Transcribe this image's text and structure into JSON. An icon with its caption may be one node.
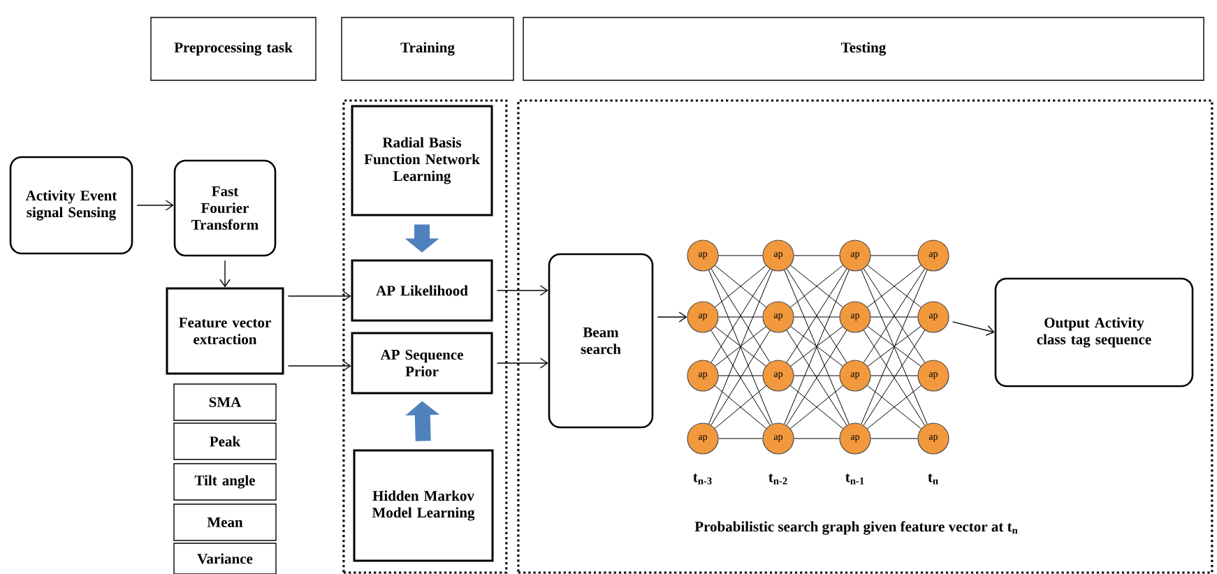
{
  "diagram": {
    "nodes": [
      {
        "text": [
          "Preprocessing task"
        ]
      },
      {
        "text": [
          "Training"
        ]
      },
      {
        "text": [
          "Testing"
        ]
      },
      {
        "text": [],
        "shape": "box"
      },
      {
        "text": [],
        "shape": "box"
      },
      {
        "text": [
          "Activity Event signal Sensing"
        ]
      },
      {
        "text": [
          "Fast Fourier Transform"
        ]
      },
      {
        "text": [
          "Feature vector extraction"
        ]
      },
      {
        "text": [
          "SMA"
        ]
      },
      {
        "text": [
          "Peak"
        ]
      },
      {
        "text": [
          "Tilt angle"
        ]
      },
      {
        "text": [
          "Mean"
        ]
      },
      {
        "text": [
          "Variance"
        ]
      },
      {
        "text": [
          "Radial Basis Function Network Learning"
        ],
        "in": 3
      },
      {
        "text": [
          "AP Likelihood"
        ],
        "in": 3
      },
      {
        "text": [
          "AP Sequence Prior"
        ],
        "in": 3
      },
      {
        "text": [
          "Hidden Markov Model Learning"
        ],
        "in": 3
      },
      {
        "text": [
          "Beam search"
        ],
        "in": 4
      },
      {
        "text": [
          "ap"
        ],
        "in": 4
      },
      {
        "text": [
          "ap"
        ],
        "in": 4
      },
      {
        "text": [
          "ap"
        ],
        "in": 4
      },
      {
        "text": [
          "ap"
        ],
        "in": 4
      },
      {
        "text": [
          "ap"
        ],
        "in": 4
      },
      {
        "text": [
          "ap"
        ],
        "in": 4
      },
      {
        "text": [
          "ap"
        ],
        "in": 4
      },
      {
        "text": [
          "ap"
        ],
        "in": 4
      },
      {
        "text": [
          "ap"
        ],
        "in": 4
      },
      {
        "text": [
          "ap"
        ],
        "in": 4
      },
      {
        "text": [
          "ap"
        ],
        "in": 4
      },
      {
        "text": [
          "ap"
        ],
        "in": 4
      },
      {
        "text": [
          "ap"
        ],
        "in": 4
      },
      {
        "text": [
          "ap"
        ],
        "in": 4
      },
      {
        "text": [
          "ap"
        ],
        "in": 4
      },
      {
        "text": [
          "ap"
        ],
        "in": 4
      },
      {
        "text": [
          "Output Activity class tag sequence"
        ],
        "in": 4
      }
    ],
    "edges": [
      {
        "from": 5,
        "to": 6,
        "arrow": "to"
      },
      {
        "from": 6,
        "to": 7,
        "arrow": "to"
      },
      {
        "from": 7,
        "to": 14,
        "arrow": "to"
      },
      {
        "from": 7,
        "to": 15,
        "arrow": "to"
      },
      {
        "from": 13,
        "to": 14,
        "arrow": "to",
        "style": "thick",
        "color": "#4f81bd"
      },
      {
        "from": 16,
        "to": 15,
        "arrow": "to",
        "style": "thick",
        "color": "#4f81bd"
      },
      {
        "from": 14,
        "to": 17,
        "arrow": "to"
      },
      {
        "from": 15,
        "to": 17,
        "arrow": "to"
      },
      {
        "from": 17,
        "to": 19,
        "arrow": "to"
      },
      {
        "from": 18,
        "to": 22,
        "arrow": "none"
      },
      {
        "from": 18,
        "to": 23,
        "arrow": "none"
      },
      {
        "from": 18,
        "to": 24,
        "arrow": "none"
      },
      {
        "from": 18,
        "to": 25,
        "arrow": "none"
      },
      {
        "from": 19,
        "to": 22,
        "arrow": "none"
      },
      {
        "from": 19,
        "to": 23,
        "arrow": "none"
      },
      {
        "from": 19,
        "to": 24,
        "arrow": "none"
      },
      {
        "from": 19,
        "to": 25,
        "arrow": "none"
      },
      {
        "from": 20,
        "to": 22,
        "arrow": "none"
      },
      {
        "from": 20,
        "to": 23,
        "arrow": "none"
      },
      {
        "from": 20,
        "to": 24,
        "arrow": "none"
      },
      {
        "from": 20,
        "to": 25,
        "arrow": "none"
      },
      {
        "from": 21,
        "to": 22,
        "arrow": "none"
      },
      {
        "from": 21,
        "to": 23,
        "arrow": "none"
      },
      {
        "from": 21,
        "to": 24,
        "arrow": "none"
      },
      {
        "from": 21,
        "to": 25,
        "arrow": "none"
      },
      {
        "from": 22,
        "to": 26,
        "arrow": "none"
      },
      {
        "from": 22,
        "to": 27,
        "arrow": "none"
      },
      {
        "from": 22,
        "to": 28,
        "arrow": "none"
      },
      {
        "from": 22,
        "to": 29,
        "arrow": "none"
      },
      {
        "from": 23,
        "to": 26,
        "arrow": "none"
      },
      {
        "from": 23,
        "to": 27,
        "arrow": "none"
      },
      {
        "from": 23,
        "to": 28,
        "arrow": "none"
      },
      {
        "from": 23,
        "to": 29,
        "arrow": "none"
      },
      {
        "from": 24,
        "to": 26,
        "arrow": "none"
      },
      {
        "from": 24,
        "to": 27,
        "arrow": "none"
      },
      {
        "from": 24,
        "to": 28,
        "arrow": "none"
      },
      {
        "from": 24,
        "to": 29,
        "arrow": "none"
      },
      {
        "from": 25,
        "to": 26,
        "arrow": "none"
      },
      {
        "from": 25,
        "to": 27,
        "arrow": "none"
      },
      {
        "from": 25,
        "to": 28,
        "arrow": "none"
      },
      {
        "from": 25,
        "to": 29,
        "arrow": "none"
      },
      {
        "from": 26,
        "to": 30,
        "arrow": "none"
      },
      {
        "from": 26,
        "to": 31,
        "arrow": "none"
      },
      {
        "from": 26,
        "to": 32,
        "arrow": "none"
      },
      {
        "from": 26,
        "to": 33,
        "arrow": "none"
      },
      {
        "from": 27,
        "to": 30,
        "arrow": "none"
      },
      {
        "from": 27,
        "to": 31,
        "arrow": "none"
      },
      {
        "from": 27,
        "to": 32,
        "arrow": "none"
      },
      {
        "from": 27,
        "to": 33,
        "arrow": "none"
      },
      {
        "from": 28,
        "to": 30,
        "arrow": "none"
      },
      {
        "from": 28,
        "to": 31,
        "arrow": "none"
      },
      {
        "from": 28,
        "to": 32,
        "arrow": "none"
      },
      {
        "from": 28,
        "to": 33,
        "arrow": "none"
      },
      {
        "from": 29,
        "to": 30,
        "arrow": "none"
      },
      {
        "from": 29,
        "to": 31,
        "arrow": "none"
      },
      {
        "from": 29,
        "to": 32,
        "arrow": "none"
      },
      {
        "from": 29,
        "to": 33,
        "arrow": "none"
      },
      {
        "from": 31,
        "to": 34,
        "arrow": "to"
      }
    ],
    "labels": [
      "t$_{n-3}$",
      "t$_{n-2}$",
      "t$_{n-1}$",
      "t$_{n}$",
      "Probabilistic search graph given feature vector at t$_{n}$"
    ]
  }
}
